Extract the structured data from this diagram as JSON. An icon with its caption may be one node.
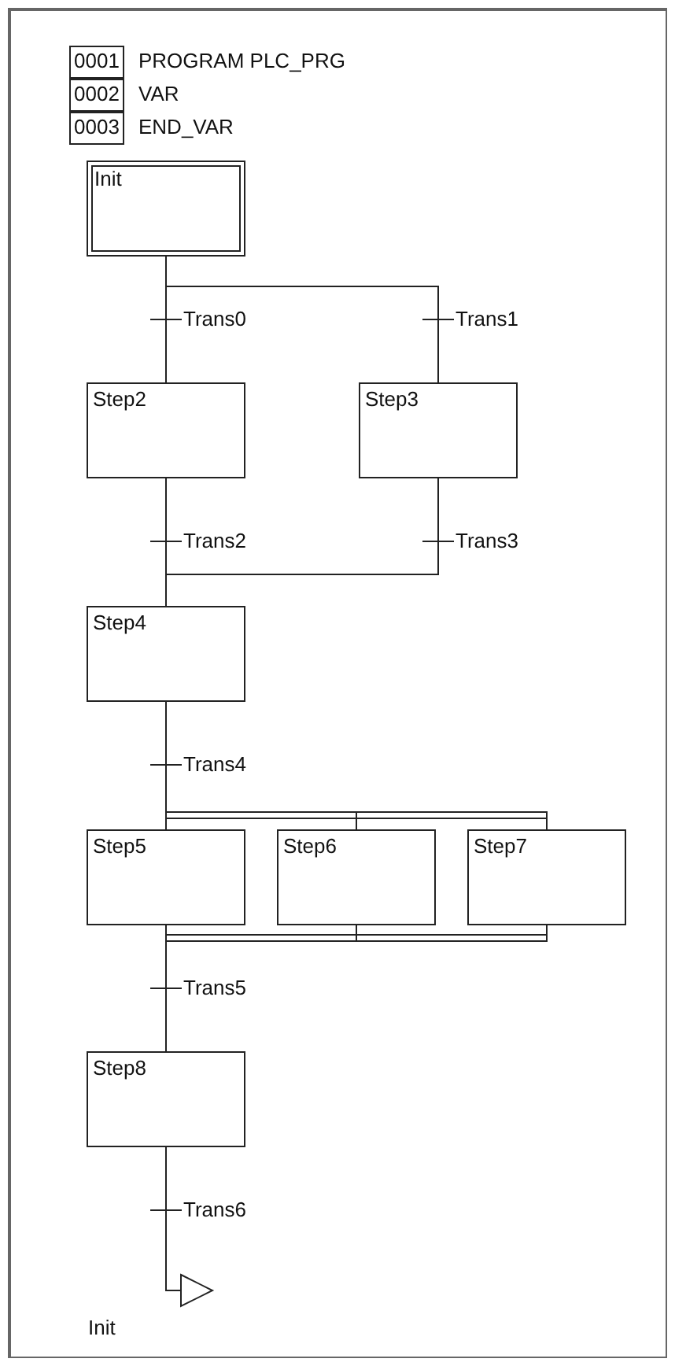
{
  "diagram": {
    "nodes": [
      {
        "text": [
          "Init"
        ]
      },
      {
        "text": [
          "Step2"
        ]
      },
      {
        "text": [
          "Step3"
        ]
      },
      {
        "text": [
          "Step4"
        ]
      },
      {
        "text": [
          "Step5"
        ]
      },
      {
        "text": [
          "Step6"
        ]
      },
      {
        "text": [
          "Step7"
        ]
      },
      {
        "text": [
          "Step8"
        ]
      },
      {
        "text": [
          "Init"
        ]
      }
    ],
    "edges": [
      {
        "from": 0,
        "to": 1,
        "arrow": "none",
        "label": "Trans0"
      },
      {
        "from": 0,
        "to": 2,
        "arrow": "none",
        "label": "Trans1"
      },
      {
        "from": 1,
        "to": 3,
        "arrow": "none",
        "label": "Trans2"
      },
      {
        "from": 2,
        "to": 3,
        "arrow": "none",
        "label": "Trans3"
      },
      {
        "from": 3,
        "to": 4,
        "arrow": "none",
        "label": "Trans4"
      },
      {
        "from": 3,
        "to": 5,
        "arrow": "none"
      },
      {
        "from": 3,
        "to": 6,
        "arrow": "none"
      },
      {
        "from": 4,
        "to": 7,
        "arrow": "none",
        "label": "Trans5"
      },
      {
        "from": 5,
        "to": 7,
        "arrow": "none"
      },
      {
        "from": 6,
        "to": 7,
        "arrow": "none"
      },
      {
        "from": 7,
        "to": 8,
        "arrow": "to",
        "label": "Trans6"
      }
    ],
    "labels": [
      "0001",
      "PROGRAM PLC_PRG",
      "0002",
      "VAR",
      "0003",
      "END_VAR"
    ]
  }
}
